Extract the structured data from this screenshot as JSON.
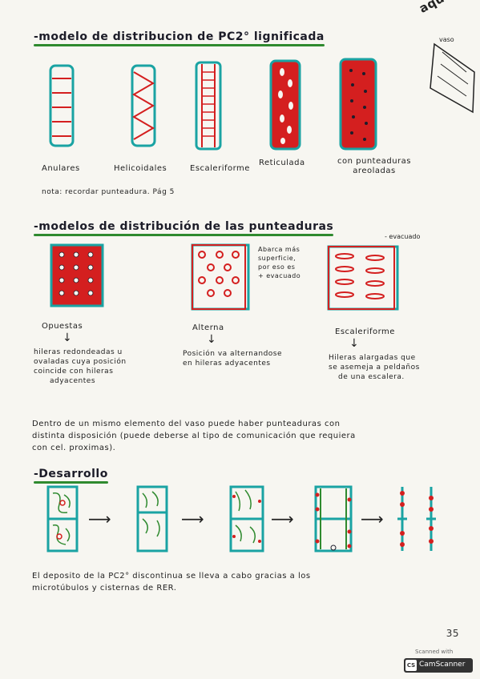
{
  "heading_1": "-modelo de distribucion de PC2° lignificada",
  "heading_2": "-modelos de distribución de las punteaduras",
  "heading_3": "-Desarrollo",
  "corner_text": "aqueidas",
  "corner_sub": "vaso",
  "models_1": [
    "Anulares",
    "Helicoidales",
    "Escaleriforme",
    "Reticulada",
    "con punteaduras areoladas"
  ],
  "note": "nota: recordar punteadura. Pág 5",
  "pit_side_note": "- evacuado",
  "pit_annotation": [
    "Abarca más",
    "superficie,",
    "por eso es",
    "+ evacuado"
  ],
  "pit_models": [
    {
      "name": "Opuestas",
      "desc": [
        "hileras redondeadas u",
        "ovaladas cuya posición",
        "coincide con hileras",
        "adyacentes"
      ]
    },
    {
      "name": "Alterna",
      "desc": [
        "Posición va alternandose",
        "en hileras adyacentes"
      ]
    },
    {
      "name": "Escaleriforme",
      "desc": [
        "Hileras alargadas que",
        "se asemeja a peldaños",
        "de una escalera."
      ]
    }
  ],
  "paragraph_1": [
    "Dentro de un mismo elemento del vaso puede haber punteaduras con",
    "distinta disposición (puede deberse al tipo de comunicación que requiera",
    "con cel. proximas)."
  ],
  "paragraph_2": [
    "El deposito de la PC2° discontinua se lleva a cabo gracias a los",
    "microtúbulos y cisternas de RER."
  ],
  "arrow_glyph": "↓",
  "right_arrow": "⟶",
  "page_number": "35",
  "scanner_line": "Scanned with",
  "scanner_brand": "CamScanner",
  "scanner_badge": "CS",
  "colors": {
    "red": "#d41f1f",
    "teal": "#1aa3a3",
    "green": "#2f8a2f",
    "ink": "#1d1d2b"
  }
}
